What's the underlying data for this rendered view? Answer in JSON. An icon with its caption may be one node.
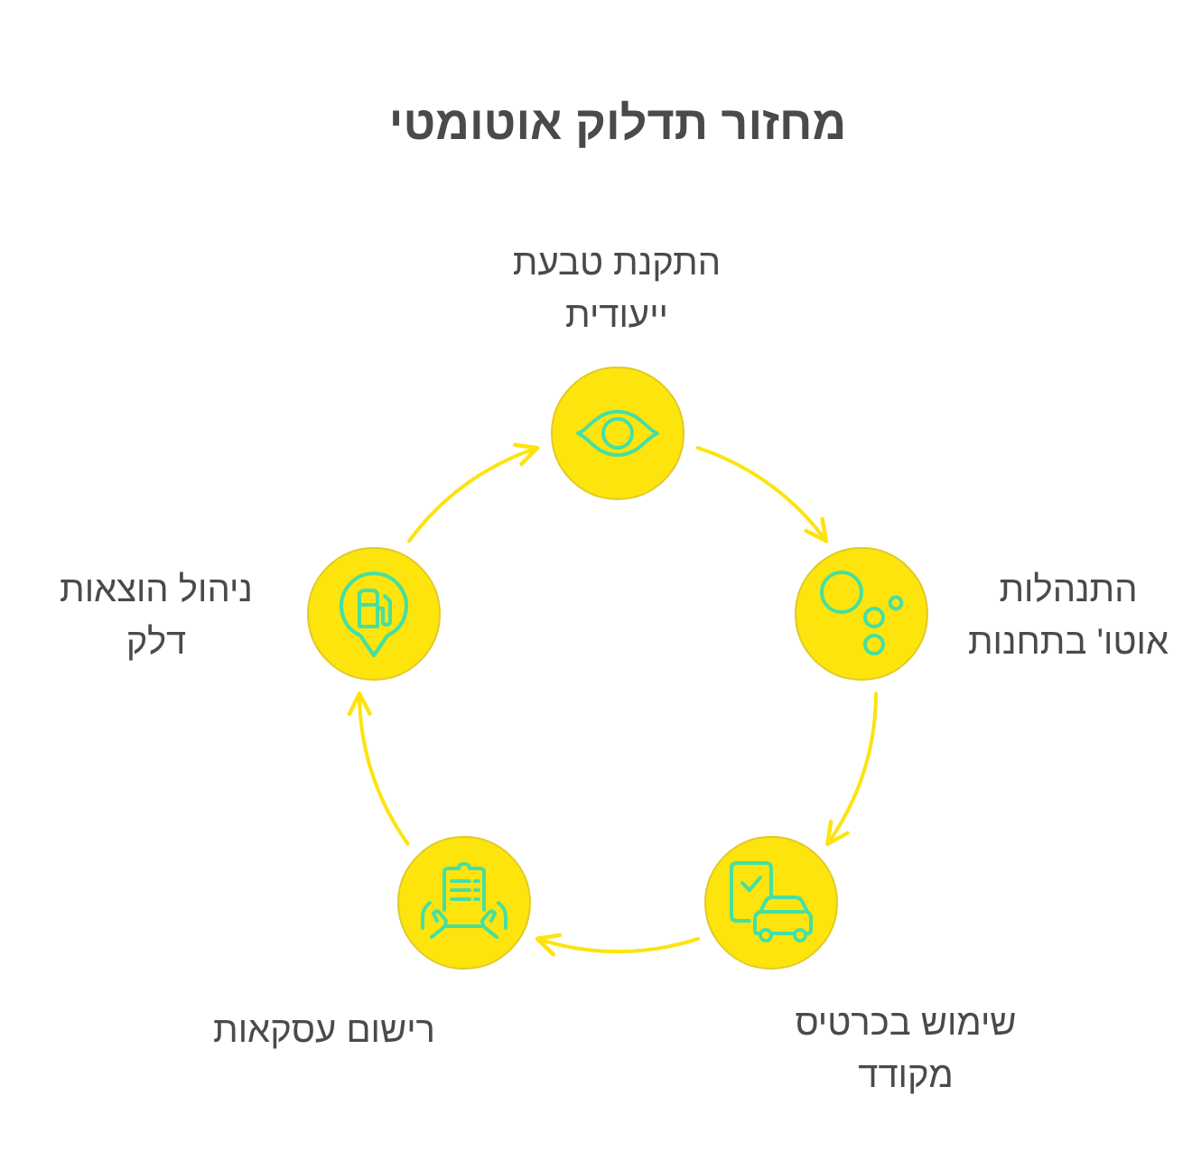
{
  "diagram": {
    "title": "מחזור תדלוק אוטומטי",
    "nodes": [
      {
        "text": [
          "התקנת טבעת ייעודית"
        ]
      },
      {
        "text": [
          "התנהלות אוטו' בתחנות"
        ]
      },
      {
        "text": [
          "שימוש בכרטיס מקודד"
        ]
      },
      {
        "text": [
          "רישום עסקאות"
        ]
      },
      {
        "text": [
          "ניהול הוצאות דלק"
        ]
      }
    ],
    "edges": [
      {
        "from": 0,
        "to": 1,
        "arrow": "to"
      },
      {
        "from": 1,
        "to": 2,
        "arrow": "to"
      },
      {
        "from": 2,
        "to": 3,
        "arrow": "to"
      },
      {
        "from": 3,
        "to": 4,
        "arrow": "to"
      },
      {
        "from": 4,
        "to": 0,
        "arrow": "to"
      }
    ]
  }
}
